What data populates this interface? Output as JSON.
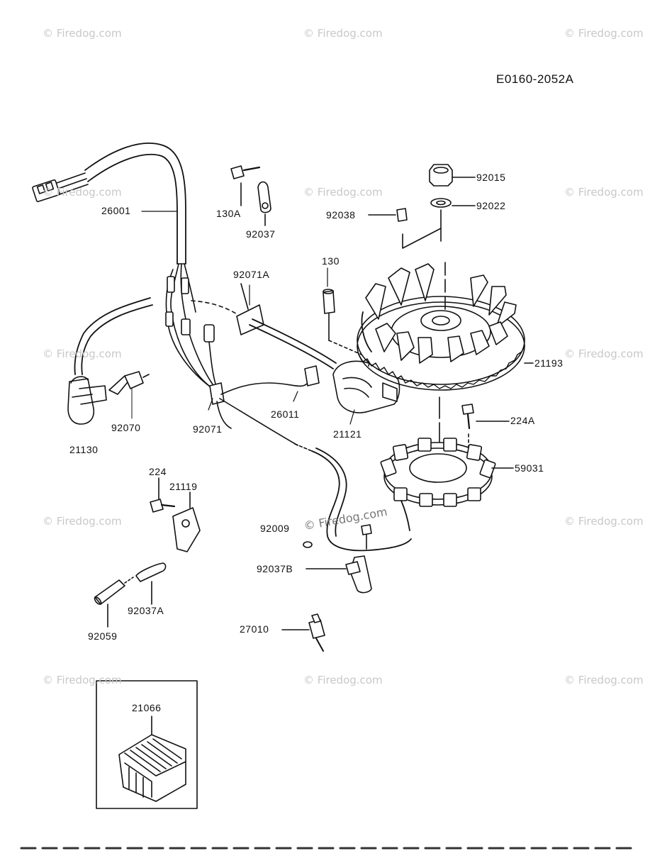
{
  "diagram": {
    "code": "E0160-2052A",
    "watermark_text": "Firedog.com",
    "labels": {
      "p26001": "26001",
      "p130A": "130A",
      "p92037": "92037",
      "p92071A": "92071A",
      "p130": "130",
      "p92038": "92038",
      "p92015": "92015",
      "p92022": "92022",
      "p21193": "21193",
      "p92070": "92070",
      "p21130": "21130",
      "p92071": "92071",
      "p26011": "26011",
      "p21121": "21121",
      "p224A": "224A",
      "p59031": "59031",
      "p224": "224",
      "p21119": "21119",
      "p92009": "92009",
      "p92037B": "92037B",
      "p92037A": "92037A",
      "p92059": "92059",
      "p27010": "27010",
      "p21066": "21066"
    }
  }
}
